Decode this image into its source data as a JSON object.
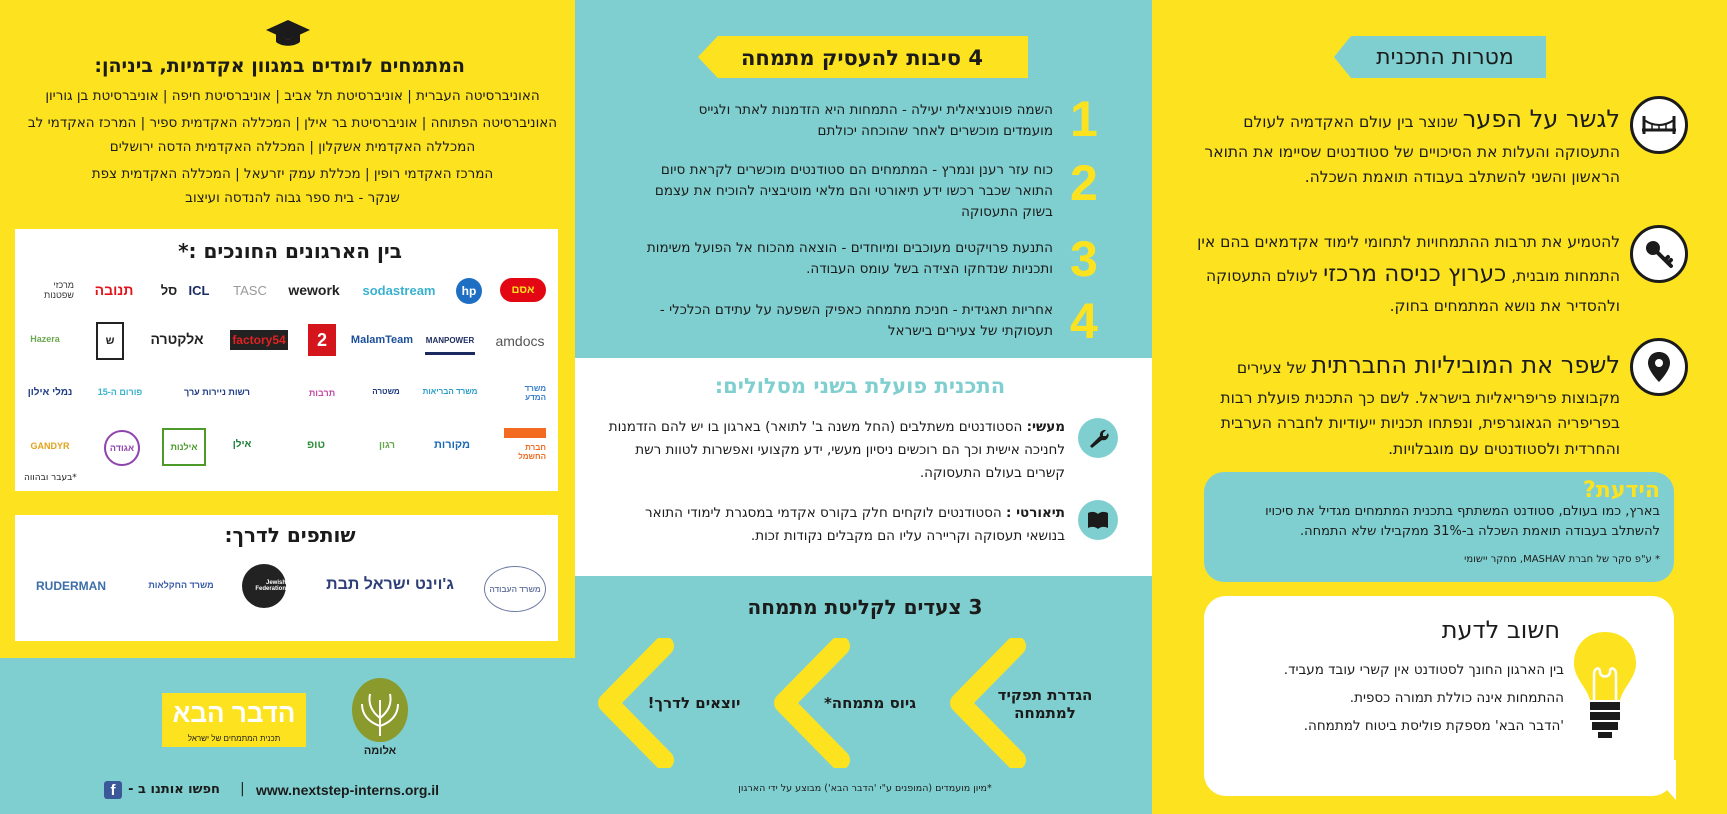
{
  "colors": {
    "yellow": "#fde31f",
    "teal": "#80cfd0",
    "white": "#ffffff",
    "text": "#1b1b1b"
  },
  "right": {
    "goals_title": "מטרות התכנית",
    "goal1": {
      "big": "לגשר על הפער",
      "rest": " שנוצר בין עולם האקדמיה לעולם התעסוקה והעלות את הסיכויים של סטודנטים שסיימו את התואר הראשון והשני להשתלב בעבודה תואמת השכלה."
    },
    "goal2": {
      "pre": "להטמיע את תרבות ההתמחויות לתחומי לימוד אקדמאים בהם אין התמחות מובנית, ",
      "big": "כערוץ כניסה מרכזי",
      "post": " לעולם התעסוקה ולהסדיר את נושא המתמחים בחוק."
    },
    "goal3": {
      "big": "לשפר את המוביליות החברתית",
      "rest": " של צעירים מקבוצות פריפריאליות בישראל. לשם כך התכנית פועלת רבות בפריפריה הגאוגרפית, ונפתחו תכניות ייעודיות לחברה הערבית והחרדית ולסטודנטים עם מוגבלויות."
    },
    "didyouknow_title": "הידעת?",
    "didyouknow_text": "בארץ, כמו בעולם, סטודנט המשתתף בתכנית המתמחים מגדיל את סיכויו להשתלב בעבודה תואמת השכלה ב-31% ממקבילו שלא התמחה.",
    "didyouknow_note": "* ע\"פ סקר של חברת MASHAV, מחקר יישומי",
    "important_title": "חשוב לדעת",
    "important_lines": [
      "בין הארגון החונך לסטודנט אין קשרי עובד מעביד.",
      "ההתמחות אינה כוללת תמורה כספית.",
      "'הדבר הבא' מספקת פוליסת ביטוח למתמחה."
    ]
  },
  "middle": {
    "reasons_title": "4 סיבות להעסיק מתמחה",
    "reasons": [
      {
        "num": "1",
        "text": "השמה פוטנציאלית יעילה - התמחות היא הזדמנות לאתר ולגייס מועמדים מוכשרים לאחר שהוכחה יכולתם"
      },
      {
        "num": "2",
        "text": "כוח עזר רענן ונמרץ - המתמחים הם סטודנטים מוכשרים לקראת סיום התואר שכבר רכשו ידע תיאורטי והם מלאי מוטיבציה להוכיח את עצמם בשוק התעסוקה"
      },
      {
        "num": "3",
        "text": "התנעת פרויקטים מעוכבים ומיוחדים - הוצאה מהכוח אל הפועל משימות ותכניות שנדחקו הצידה בשל עומס העבודה."
      },
      {
        "num": "4",
        "text": "אחריות תאגידית - חניכת מתמחה כאפיק השפעה על עתידם הכלכלי - תעסוקתי של צעירים בישראל"
      }
    ],
    "tracks_title": "התכנית פועלת בשני מסלולים:",
    "tracks": [
      {
        "label": "מעשי:",
        "text": "הסטודנטים משתלבים (החל משנה ב' לתואר) בארגון בו יש להם הזדמנות לחניכה אישית וכך הם רוכשים ניסיון מעשי, ידע מקצועי ואפשרות לטוות רשת קשרים בעולם התעסוקה."
      },
      {
        "label": "תיאורטי :",
        "text": "הסטודנטים לוקחים חלק בקורס אקדמי במסגרת לימודי התואר בנושאי תעסוקה וקריירה עליו הם מקבלים נקודות זכות."
      }
    ],
    "steps_title": "3 צעדים לקליטת מתמחה",
    "steps": [
      "הגדרת תפקיד למתמחה",
      "גיוס מתמחה*",
      "יוצאים לדרך!"
    ],
    "steps_note": "*מיון מועמדים (המופנים ע\"י 'הדבר הבא') מבוצע על ידי הארגון"
  },
  "left": {
    "academia_title": "המתמחים לומדים במגוון אקדמיות, ביניהן:",
    "academia_lines": [
      "האוניברסיטה העברית | אוניברסיטת תל אביב | אוניברסיטת חיפה | אוניברסיטת בן גוריון",
      "האוניברסיטה הפתוחה | אוניברסיטת בר אילן | המכללה האקדמית ספיר | המרכז האקדמי לב",
      "המכללה האקדמית אשקלון | המכללה האקדמית הדסה ירושלים",
      "המרכז האקדמי רופין | מכללת עמק יזרעאל | המכללה האקדמית צפת",
      "שנקר - בית ספר גבוה להנדסה ועיצוב"
    ],
    "orgs_title": "בין הארגונים החונכים :*",
    "orgs_row1": [
      "אסם",
      "hp",
      "sodastream",
      "wework",
      "TASC",
      "ICL",
      "סל",
      "תנובה",
      "מרכזי שפטנות"
    ],
    "orgs_row2": [
      "amdocs",
      "MANPOWER",
      "MalamTeam",
      "2",
      "factory54",
      "אלקטרה",
      "ש",
      "Hazera"
    ],
    "orgs_row3": [
      "משרד המדע",
      "משרד הבריאות",
      "משטרה",
      "תרבות",
      "רשות ניירות ערך",
      "פורום ה-15",
      "נמלי אילון"
    ],
    "orgs_row4": [
      "חברת החשמל",
      "מקורות",
      "רגון",
      "טופ",
      "אילן",
      "אילנות",
      "אגודה",
      "GANDYR"
    ],
    "orgs_note": "*בעבר ובהווה",
    "partners_title": "שותפים לדרך:",
    "partners": [
      "משרד העבודה",
      "ג'וינט ישראל תבת",
      "Jewish Federation",
      "משרד החקלאות",
      "RUDERMAN"
    ],
    "footer_website": "www.nextstep-interns.org.il",
    "footer_follow": "חפשו אותנו ב -",
    "logo_nextstep": "הדבר הבא",
    "logo_nextstep_sub": "תכנית המתמחים של ישראל",
    "logo_almaya": "אלומה"
  },
  "icons": {
    "grad": "graduation-cap-icon",
    "bridge": "bridge-icon",
    "key": "key-icon",
    "pin": "location-pin-icon",
    "wrench": "wrench-icon",
    "book": "book-icon",
    "bulb": "lightbulb-icon",
    "fb": "facebook-icon"
  }
}
